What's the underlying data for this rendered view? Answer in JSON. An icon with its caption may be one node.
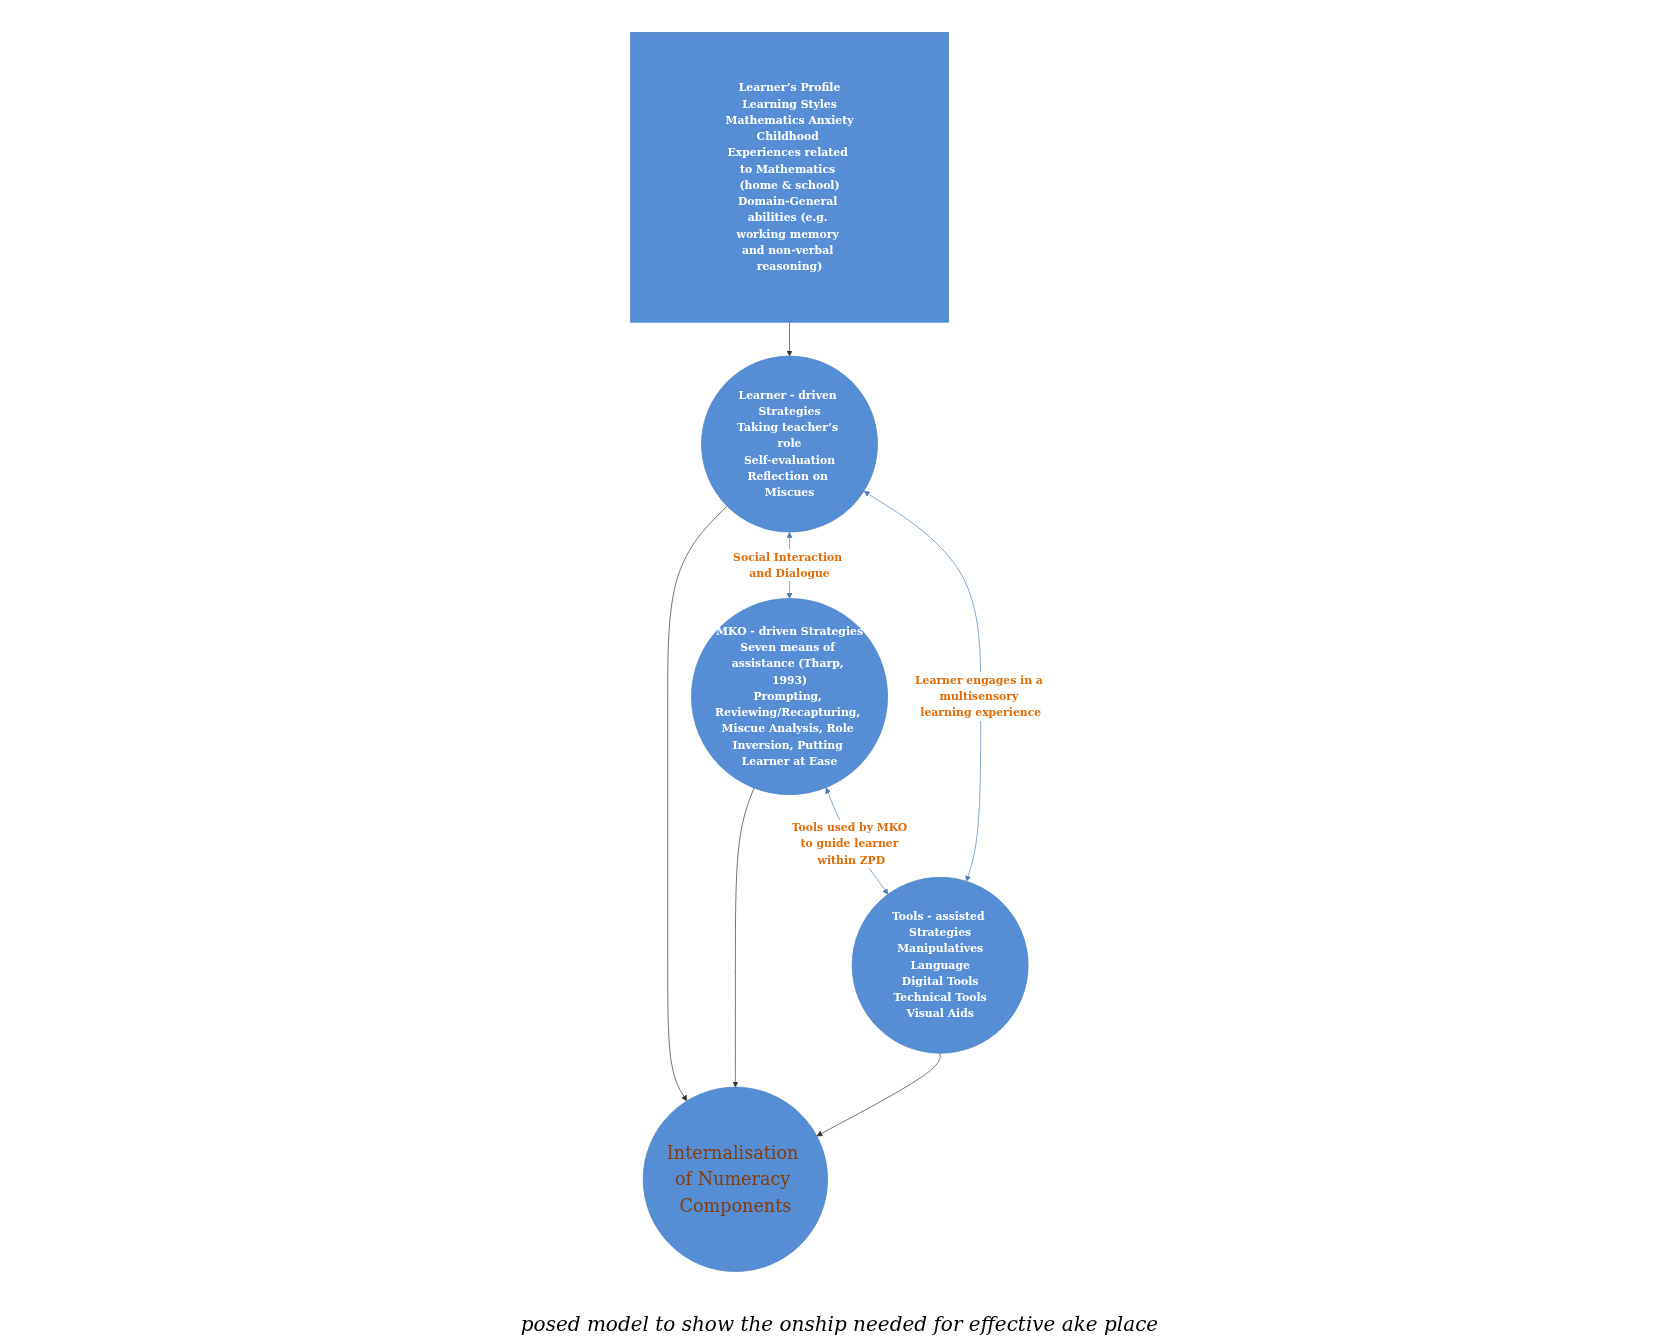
{
  "diagram": {
    "caption": "posed model to show the onship needed for effective ake place",
    "nodes": [
      {
        "text": [
          "Learner’s Profile",
          "Learning Styles",
          "Mathematics Anxiety",
          "Childhood Experiences related to Mathematics (home & school)",
          "Domain-General abilities (e.g. working memory and non-verbal reasoning)"
        ]
      },
      {
        "text": [
          "Learner - driven Strategies",
          "Taking teacher’s role",
          "Self-evaluation",
          "Reflection on Miscues"
        ]
      },
      {
        "text": [
          "Internalisation of Numeracy Components"
        ]
      },
      {
        "text": [
          "MKO - driven Strategies",
          "Seven means of assistance (Tharp, 1993)",
          "Prompting, Reviewing/Recapturing, Miscue Analysis, Role Inversion, Putting Learner at Ease"
        ]
      },
      {
        "text": [
          "Tools - assisted Strategies",
          "Manipulatives",
          "Language",
          "Digital Tools",
          "Technical Tools",
          "Visual Aids"
        ]
      }
    ],
    "edges": [
      {
        "from": 0,
        "to": 1,
        "arrow": "to"
      },
      {
        "from": 1,
        "to": 2,
        "arrow": "to"
      },
      {
        "from": 3,
        "to": 2,
        "arrow": "to"
      },
      {
        "from": 4,
        "to": 2,
        "arrow": "to"
      },
      {
        "from": 1,
        "to": 3,
        "arrow": "both",
        "label": "Social Interaction and Dialogue",
        "color": "#4a7ebb"
      },
      {
        "from": 1,
        "to": 4,
        "arrow": "both",
        "label": "Learner engages in a multisensory learning experience",
        "color": "#4a7ebb"
      },
      {
        "from": 3,
        "to": 4,
        "arrow": "both",
        "label": "Tools used by MKO to guide learner within ZPD",
        "color": "#4a7ebb"
      }
    ]
  }
}
